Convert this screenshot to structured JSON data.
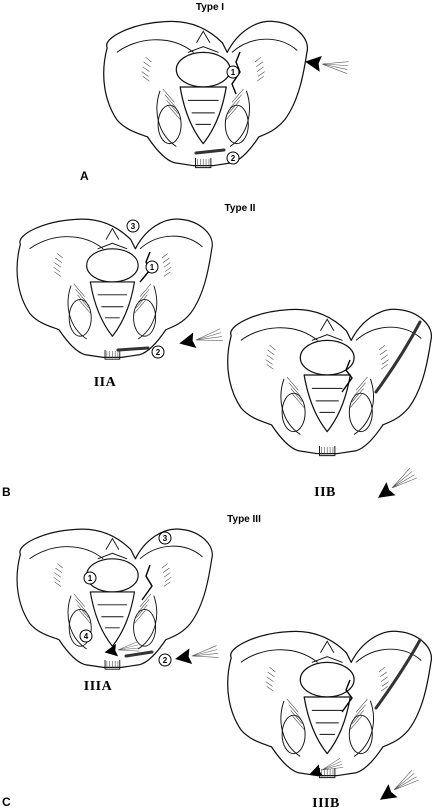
{
  "panels": {
    "A": {
      "letter": "A",
      "title": "Type I",
      "markers": [
        "1",
        "2"
      ]
    },
    "B": {
      "letter": "B",
      "title": "Type II",
      "markers": [
        "1",
        "2",
        "3"
      ],
      "sub_left": "IIA",
      "sub_right": "IIB"
    },
    "C": {
      "letter": "C",
      "title": "Type III",
      "markers": [
        "1",
        "2",
        "3",
        "4"
      ],
      "sub_left": "IIIA",
      "sub_right": "IIIB"
    }
  },
  "colors": {
    "ink": "#111111",
    "background": "#ffffff"
  }
}
